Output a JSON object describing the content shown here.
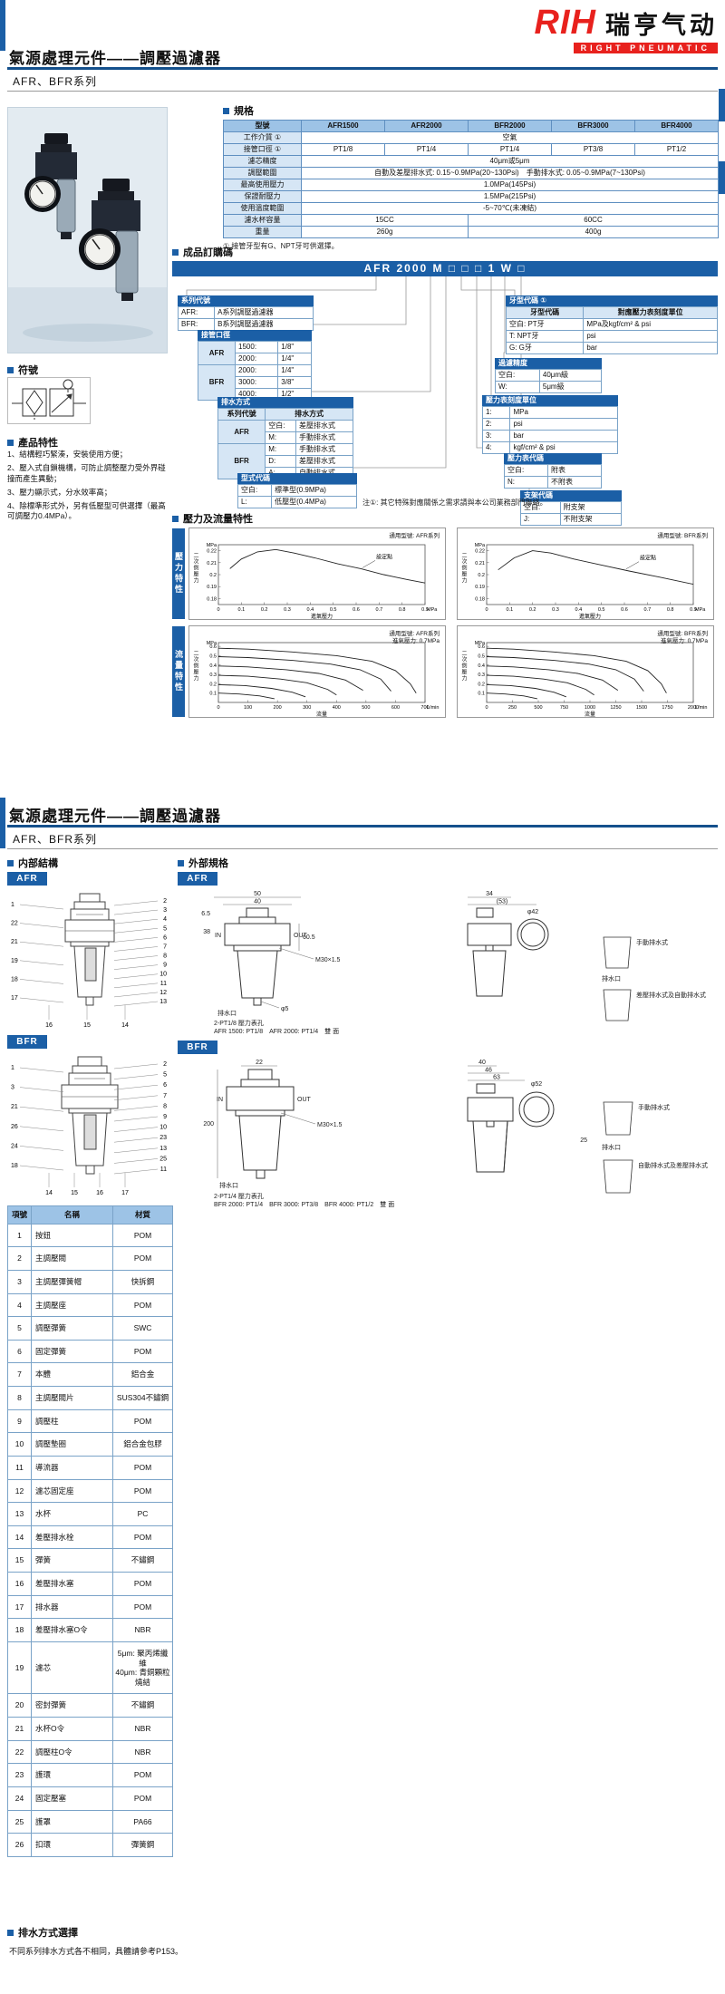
{
  "page_header": {
    "title": "氣源處理元件——調壓過濾器",
    "series": "AFR、BFR系列"
  },
  "logo": {
    "rih": "RIH",
    "cn": "瑞亨气动",
    "en": "RIGHT PNEUMATIC"
  },
  "sections": {
    "spec": "規格",
    "ordering": "成品訂購碼",
    "symbol": "符號",
    "features": "產品特性",
    "charts": "壓力及流量特性",
    "internal": "内部結構",
    "external": "外部規格",
    "drain": "排水方式選擇"
  },
  "colors": {
    "accent_blue": "#1b5fa6",
    "brand_red": "#e8211d",
    "table_header": "#9dc3e6",
    "table_label": "#d6e6f5"
  },
  "spec_table": {
    "headers": [
      "型號",
      "AFR1500",
      "AFR2000",
      "BFR2000",
      "BFR3000",
      "BFR4000"
    ],
    "rows": [
      {
        "label": "工作介質 ①",
        "cells": [
          {
            "text": "空氣",
            "span": 5
          }
        ]
      },
      {
        "label": "接管口徑 ①",
        "cells": [
          {
            "text": "PT1/8",
            "span": 1
          },
          {
            "text": "PT1/4",
            "span": 1
          },
          {
            "text": "PT1/4",
            "span": 1
          },
          {
            "text": "PT3/8",
            "span": 1
          },
          {
            "text": "PT1/2",
            "span": 1
          }
        ]
      },
      {
        "label": "濾芯精度",
        "cells": [
          {
            "text": "40μm或5μm",
            "span": 5
          }
        ]
      },
      {
        "label": "調壓範圍",
        "cells": [
          {
            "text": "自動及差壓排水式: 0.15~0.9MPa(20~130Psi)　手動排水式: 0.05~0.9MPa(7~130Psi)",
            "span": 5
          }
        ]
      },
      {
        "label": "最高使用壓力",
        "cells": [
          {
            "text": "1.0MPa(145Psi)",
            "span": 5
          }
        ]
      },
      {
        "label": "保證耐壓力",
        "cells": [
          {
            "text": "1.5MPa(215Psi)",
            "span": 5
          }
        ]
      },
      {
        "label": "使用溫度範圍",
        "cells": [
          {
            "text": "-5~70℃(未凍結)",
            "span": 5
          }
        ]
      },
      {
        "label": "濾水杯容量",
        "cells": [
          {
            "text": "15CC",
            "span": 2
          },
          {
            "text": "60CC",
            "span": 3
          }
        ]
      },
      {
        "label": "重量",
        "cells": [
          {
            "text": "260g",
            "span": 2
          },
          {
            "text": "400g",
            "span": 3
          }
        ]
      }
    ],
    "footnote": "① 接管牙型有G、NPT牙可供選擇。"
  },
  "ordering": {
    "code": "AFR 2000 M □ □ □ 1 W □",
    "note": "注①: 其它特殊對應關係之需求請與本公司業務部門聯絡。",
    "tables": {
      "series_code": {
        "title": "系列代號",
        "rows": [
          [
            "AFR:",
            "A系列調壓過濾器"
          ],
          [
            "BFR:",
            "B系列調壓過濾器"
          ]
        ]
      },
      "port_size": {
        "title": "接管口徑",
        "groups": [
          {
            "label": "AFR",
            "rows": [
              [
                "1500:",
                "1/8\""
              ],
              [
                "2000:",
                "1/4\""
              ]
            ]
          },
          {
            "label": "BFR",
            "rows": [
              [
                "2000:",
                "1/4\""
              ],
              [
                "3000:",
                "3/8\""
              ],
              [
                "4000:",
                "1/2\""
              ]
            ]
          }
        ]
      },
      "drain_type": {
        "title": "排水方式",
        "header": [
          "系列代號",
          "排水方式"
        ],
        "groups": [
          {
            "label": "AFR",
            "rows": [
              [
                "空白:",
                "差壓排水式"
              ],
              [
                "M:",
                "手動排水式"
              ]
            ]
          },
          {
            "label": "BFR",
            "rows": [
              [
                "M:",
                "手動排水式"
              ],
              [
                "D:",
                "差壓排水式"
              ],
              [
                "A:",
                "自動排水式"
              ]
            ]
          }
        ]
      },
      "model_type": {
        "title": "型式代碼",
        "rows": [
          [
            "空白:",
            "標準型(0.9MPa)"
          ],
          [
            "L:",
            "低壓型(0.4MPa)"
          ]
        ]
      },
      "thread_code": {
        "title": "牙型代碼 ①",
        "header": [
          "牙型代碼",
          "對應壓力表刻度單位"
        ],
        "rows": [
          [
            "空白: PT牙",
            "MPa及kgf/cm² & psi"
          ],
          [
            "T: NPT牙",
            "psi"
          ],
          [
            "G: G牙",
            "bar"
          ]
        ]
      },
      "filter_grade": {
        "title": "過濾精度",
        "rows": [
          [
            "空白:",
            "40μm級"
          ],
          [
            "W:",
            "5μm級"
          ]
        ]
      },
      "gauge_unit": {
        "title": "壓力表刻度單位",
        "rows": [
          [
            "1:",
            "MPa"
          ],
          [
            "2:",
            "psi"
          ],
          [
            "3:",
            "bar"
          ],
          [
            "4:",
            "kgf/cm² & psi"
          ]
        ]
      },
      "gauge_code": {
        "title": "壓力表代碼",
        "rows": [
          [
            "空白:",
            "附表"
          ],
          [
            "N:",
            "不附表"
          ]
        ]
      },
      "bracket_code": {
        "title": "支架代碼",
        "rows": [
          [
            "空白:",
            "附支架"
          ],
          [
            "J:",
            "不附支架"
          ]
        ]
      }
    }
  },
  "features": {
    "items": [
      "1、結構輕巧緊湊，安裝使用方便；",
      "2、壓入式自鎖機構，可防止調整壓力受外界碰撞而產生異動；",
      "3、壓力顯示式，分水效率高；",
      "4、除標準形式外，另有低壓型可供選擇（最高可調壓力0.4MPa）。"
    ]
  },
  "charts": {
    "pressure_tab": "壓力特性",
    "flow_tab": "流量特性"
  },
  "chart_data": [
    {
      "id": "pressure-afr",
      "type": "line",
      "title": "通用型號: AFR系列",
      "ylabel": "二次側壓力",
      "y_unit": "MPa",
      "xlabel": "進氣壓力",
      "x_unit": "MPa",
      "xlim": [
        0,
        0.9
      ],
      "ylim": [
        0.175,
        0.225
      ],
      "xticks": [
        0,
        0.1,
        0.2,
        0.3,
        0.4,
        0.5,
        0.6,
        0.7,
        0.8,
        0.9
      ],
      "yticks": [
        0.18,
        0.19,
        0.2,
        0.21,
        0.22
      ],
      "annotation": {
        "label": "設定點",
        "x": 0.62,
        "y": 0.205
      },
      "series": [
        {
          "name": "壓力特性曲線",
          "points": [
            [
              0.05,
              0.205
            ],
            [
              0.1,
              0.213
            ],
            [
              0.17,
              0.219
            ],
            [
              0.25,
              0.221
            ],
            [
              0.33,
              0.218
            ],
            [
              0.42,
              0.214
            ],
            [
              0.52,
              0.209
            ],
            [
              0.62,
              0.205
            ],
            [
              0.72,
              0.2
            ],
            [
              0.82,
              0.196
            ],
            [
              0.9,
              0.193
            ]
          ]
        }
      ]
    },
    {
      "id": "pressure-bfr",
      "type": "line",
      "title": "通用型號: BFR系列",
      "ylabel": "二次側壓力",
      "y_unit": "MPa",
      "xlabel": "進氣壓力",
      "x_unit": "MPa",
      "xlim": [
        0,
        0.9
      ],
      "ylim": [
        0.175,
        0.225
      ],
      "xticks": [
        0,
        0.1,
        0.2,
        0.3,
        0.4,
        0.5,
        0.6,
        0.7,
        0.8,
        0.9
      ],
      "yticks": [
        0.18,
        0.19,
        0.2,
        0.21,
        0.22
      ],
      "annotation": {
        "label": "設定點",
        "x": 0.6,
        "y": 0.204
      },
      "series": [
        {
          "name": "壓力特性曲線",
          "points": [
            [
              0.05,
              0.204
            ],
            [
              0.12,
              0.214
            ],
            [
              0.2,
              0.22
            ],
            [
              0.28,
              0.218
            ],
            [
              0.38,
              0.213
            ],
            [
              0.5,
              0.208
            ],
            [
              0.62,
              0.203
            ],
            [
              0.75,
              0.198
            ],
            [
              0.9,
              0.192
            ]
          ]
        }
      ]
    },
    {
      "id": "flow-afr",
      "type": "line",
      "title": "通用型號: AFR系列",
      "subtitle": "進氣壓力: 0.7MPa",
      "ylabel": "二次側壓力",
      "y_unit": "MPa",
      "xlabel": "流量",
      "x_unit": "L/min",
      "xlim": [
        0,
        700
      ],
      "ylim": [
        0,
        0.64
      ],
      "xticks": [
        0,
        100,
        200,
        300,
        400,
        500,
        600,
        700
      ],
      "yticks": [
        0.1,
        0.2,
        0.3,
        0.4,
        0.5,
        0.6
      ],
      "series": [
        {
          "name": "0.6MPa",
          "points": [
            [
              0,
              0.58
            ],
            [
              100,
              0.57
            ],
            [
              250,
              0.54
            ],
            [
              400,
              0.5
            ],
            [
              520,
              0.44
            ],
            [
              600,
              0.34
            ],
            [
              650,
              0.2
            ],
            [
              670,
              0.1
            ]
          ]
        },
        {
          "name": "0.5MPa",
          "points": [
            [
              0,
              0.49
            ],
            [
              100,
              0.48
            ],
            [
              250,
              0.45
            ],
            [
              380,
              0.41
            ],
            [
              480,
              0.35
            ],
            [
              550,
              0.25
            ],
            [
              585,
              0.12
            ]
          ]
        },
        {
          "name": "0.4MPa",
          "points": [
            [
              0,
              0.39
            ],
            [
              100,
              0.38
            ],
            [
              230,
              0.35
            ],
            [
              340,
              0.31
            ],
            [
              430,
              0.24
            ],
            [
              490,
              0.13
            ]
          ]
        },
        {
          "name": "0.3MPa",
          "points": [
            [
              0,
              0.29
            ],
            [
              100,
              0.28
            ],
            [
              210,
              0.25
            ],
            [
              300,
              0.21
            ],
            [
              370,
              0.14
            ],
            [
              400,
              0.08
            ]
          ]
        },
        {
          "name": "0.2MPa",
          "points": [
            [
              0,
              0.19
            ],
            [
              90,
              0.18
            ],
            [
              180,
              0.15
            ],
            [
              250,
              0.11
            ],
            [
              295,
              0.06
            ]
          ]
        },
        {
          "name": "0.1MPa",
          "points": [
            [
              0,
              0.1
            ],
            [
              70,
              0.09
            ],
            [
              140,
              0.07
            ],
            [
              190,
              0.04
            ]
          ]
        }
      ]
    },
    {
      "id": "flow-bfr",
      "type": "line",
      "title": "通用型號: BFR系列",
      "subtitle": "進氣壓力: 0.7MPa",
      "ylabel": "二次側壓力",
      "y_unit": "MPa",
      "xlabel": "流量",
      "x_unit": "L/min",
      "xlim": [
        0,
        2000
      ],
      "ylim": [
        0,
        0.64
      ],
      "xticks": [
        0,
        250,
        500,
        750,
        1000,
        1250,
        1500,
        1750,
        2000
      ],
      "yticks": [
        0.1,
        0.2,
        0.3,
        0.4,
        0.5,
        0.6
      ],
      "series": [
        {
          "name": "0.6MPa",
          "points": [
            [
              0,
              0.58
            ],
            [
              260,
              0.57
            ],
            [
              650,
              0.54
            ],
            [
              1040,
              0.5
            ],
            [
              1350,
              0.44
            ],
            [
              1560,
              0.34
            ],
            [
              1690,
              0.2
            ],
            [
              1740,
              0.1
            ]
          ]
        },
        {
          "name": "0.5MPa",
          "points": [
            [
              0,
              0.49
            ],
            [
              260,
              0.48
            ],
            [
              650,
              0.45
            ],
            [
              990,
              0.41
            ],
            [
              1250,
              0.35
            ],
            [
              1430,
              0.25
            ],
            [
              1520,
              0.12
            ]
          ]
        },
        {
          "name": "0.4MPa",
          "points": [
            [
              0,
              0.39
            ],
            [
              260,
              0.38
            ],
            [
              600,
              0.35
            ],
            [
              880,
              0.31
            ],
            [
              1120,
              0.24
            ],
            [
              1270,
              0.13
            ]
          ]
        },
        {
          "name": "0.3MPa",
          "points": [
            [
              0,
              0.29
            ],
            [
              260,
              0.28
            ],
            [
              550,
              0.25
            ],
            [
              780,
              0.21
            ],
            [
              960,
              0.14
            ],
            [
              1040,
              0.08
            ]
          ]
        },
        {
          "name": "0.2MPa",
          "points": [
            [
              0,
              0.19
            ],
            [
              230,
              0.18
            ],
            [
              470,
              0.15
            ],
            [
              650,
              0.11
            ],
            [
              770,
              0.06
            ]
          ]
        },
        {
          "name": "0.1MPa",
          "points": [
            [
              0,
              0.1
            ],
            [
              180,
              0.09
            ],
            [
              360,
              0.07
            ],
            [
              490,
              0.04
            ]
          ]
        }
      ]
    }
  ],
  "internal": {
    "afr": {
      "tag": "AFR",
      "left": [
        "1",
        "22",
        "21",
        "19",
        "18",
        "17"
      ],
      "right": [
        "2",
        "3",
        "4",
        "5",
        "6",
        "7",
        "8",
        "9",
        "10",
        "11",
        "12",
        "13"
      ],
      "bottom": [
        "16",
        "15",
        "14"
      ]
    },
    "bfr": {
      "tag": "BFR",
      "left": [
        "1",
        "3",
        "21",
        "26",
        "24",
        "18"
      ],
      "right": [
        "2",
        "5",
        "6",
        "7",
        "8",
        "9",
        "10",
        "23",
        "13",
        "25",
        "11"
      ],
      "bottom": [
        "14",
        "15",
        "16",
        "17"
      ]
    }
  },
  "external": {
    "afr": {
      "tag": "AFR",
      "top1": "50",
      "top2": "40",
      "left1": "6.5",
      "left2": "38",
      "right1": "60.5",
      "thread": "M30×1.5",
      "in": "IN",
      "out": "OUT",
      "side_top1": "34",
      "side_top2": "(53)",
      "gauge_dia": "φ42",
      "drain_dia": "φ5",
      "drain": "排水口",
      "drain2": "排水口",
      "gauge_port": "2-PT1/8 壓力表孔",
      "ports": "AFR 1500: PT1/8　AFR 2000: PT1/4　雙 面",
      "manual": "手動排水式",
      "diff": "差壓排水式及自動排水式"
    },
    "bfr": {
      "tag": "BFR",
      "front_top": "22",
      "v_dim": "200",
      "thread": "M30×1.5",
      "side_top1": "40",
      "side_top2": "46",
      "side_top3": "63",
      "gauge_dia": "φ52",
      "dim25": "25",
      "in": "IN",
      "out": "OUT",
      "drain": "排水口",
      "drain2": "排水口",
      "gauge_port": "2-PT1/4 壓力表孔",
      "ports": "BFR 2000: PT1/4　BFR 3000: PT3/8　BFR 4000: PT1/2　雙 面",
      "manual": "手動排水式",
      "autod": "自動排水式及差壓排水式"
    }
  },
  "parts_table": {
    "headers": [
      "項號",
      "名稱",
      "材質"
    ],
    "rows": [
      [
        "1",
        "按鈕",
        "POM"
      ],
      [
        "2",
        "主調壓閥",
        "POM"
      ],
      [
        "3",
        "主調壓彈簧帽",
        "快拆鋼"
      ],
      [
        "4",
        "主調壓座",
        "POM"
      ],
      [
        "5",
        "調壓彈簧",
        "SWC"
      ],
      [
        "6",
        "固定彈簧",
        "POM"
      ],
      [
        "7",
        "本體",
        "鋁合金"
      ],
      [
        "8",
        "主調壓閥片",
        "SUS304不鏽鋼"
      ],
      [
        "9",
        "調壓柱",
        "POM"
      ],
      [
        "10",
        "調壓墊圈",
        "鋁合金包膠"
      ],
      [
        "11",
        "導流器",
        "POM"
      ],
      [
        "12",
        "濾芯固定座",
        "POM"
      ],
      [
        "13",
        "水杯",
        "PC"
      ],
      [
        "14",
        "差壓排水栓",
        "POM"
      ],
      [
        "15",
        "彈簧",
        "不鏽鋼"
      ],
      [
        "16",
        "差壓排水塞",
        "POM"
      ],
      [
        "17",
        "排水器",
        "POM"
      ],
      [
        "18",
        "差壓排水塞O令",
        "NBR"
      ],
      [
        "19",
        "濾芯",
        "5μm: 聚丙烯纖維\n40μm: 青銅顆粒燒結"
      ],
      [
        "20",
        "密封彈簧",
        "不鏽鋼"
      ],
      [
        "21",
        "水杯O令",
        "NBR"
      ],
      [
        "22",
        "調壓柱O令",
        "NBR"
      ],
      [
        "23",
        "護環",
        "POM"
      ],
      [
        "24",
        "固定壓塞",
        "POM"
      ],
      [
        "25",
        "護罩",
        "PA66"
      ],
      [
        "26",
        "扣環",
        "彈簧鋼"
      ]
    ]
  },
  "drain_section": {
    "text": "不同系列排水方式各不相同，具體請參考P153。"
  }
}
